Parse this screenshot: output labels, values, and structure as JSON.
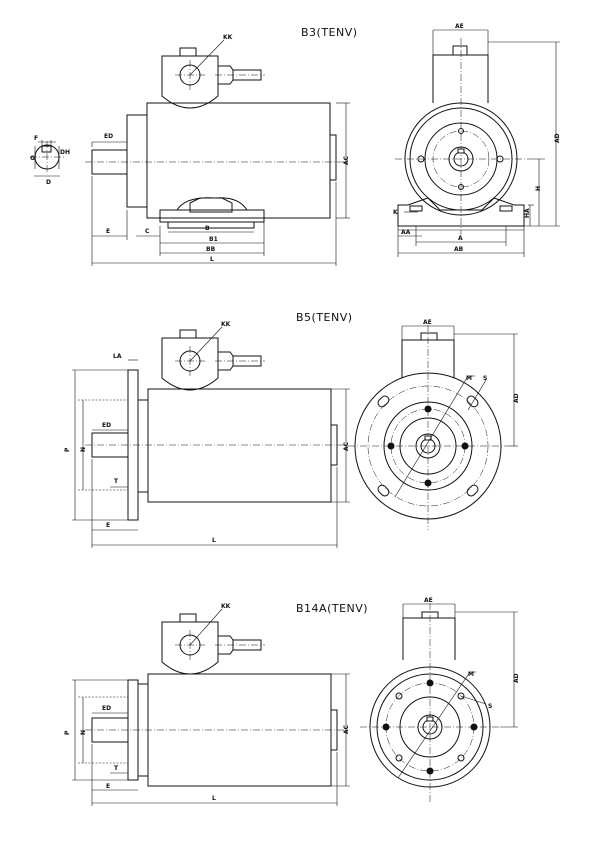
{
  "titles": {
    "b3": "B3(TENV)",
    "b5": "B5(TENV)",
    "b14a": "B14A(TENV)"
  },
  "labels": {
    "kk": "KK",
    "ed": "ED",
    "e": "E",
    "c": "C",
    "b": "B",
    "b1": "B1",
    "bb": "BB",
    "l": "L",
    "ac": "AC",
    "ae": "AE",
    "ad": "AD",
    "h": "H",
    "ha": "HA",
    "k": "K",
    "aa": "AA",
    "a": "A",
    "ab": "AB",
    "f": "F",
    "g": "G",
    "dh": "DH",
    "d": "D",
    "la": "LA",
    "p": "P",
    "n": "N",
    "t": "T",
    "m": "M",
    "s": "S"
  }
}
